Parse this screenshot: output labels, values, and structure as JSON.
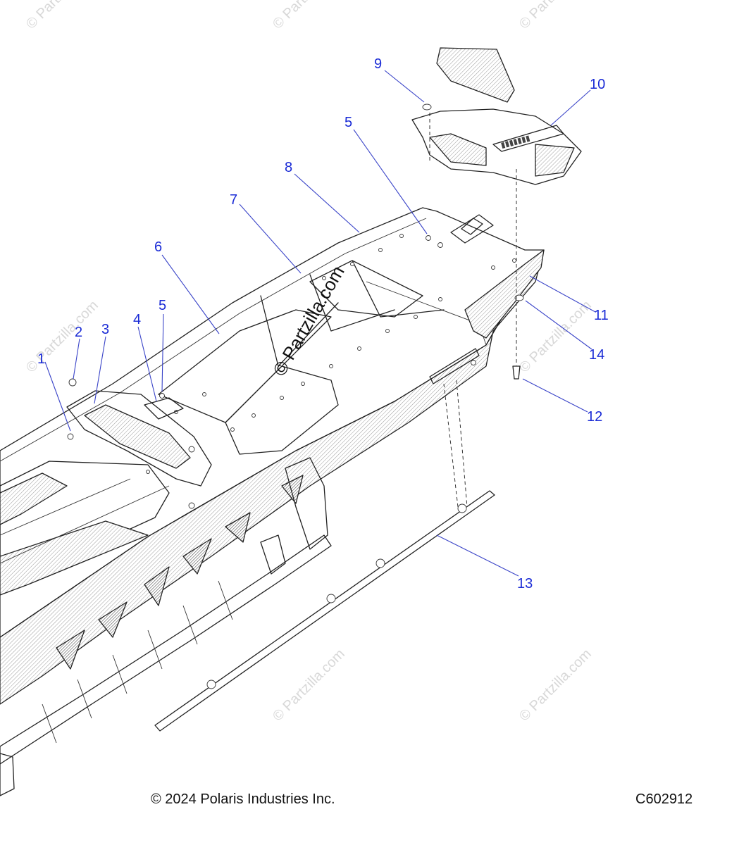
{
  "callouts": [
    {
      "id": "1",
      "label": "1"
    },
    {
      "id": "2",
      "label": "2"
    },
    {
      "id": "3",
      "label": "3"
    },
    {
      "id": "4",
      "label": "4"
    },
    {
      "id": "5a",
      "label": "5"
    },
    {
      "id": "5b",
      "label": "5"
    },
    {
      "id": "6",
      "label": "6"
    },
    {
      "id": "7",
      "label": "7"
    },
    {
      "id": "8",
      "label": "8"
    },
    {
      "id": "9",
      "label": "9"
    },
    {
      "id": "10",
      "label": "10"
    },
    {
      "id": "11",
      "label": "11"
    },
    {
      "id": "12",
      "label": "12"
    },
    {
      "id": "13",
      "label": "13"
    },
    {
      "id": "14",
      "label": "14"
    }
  ],
  "watermark": {
    "center_text": "© Partzilla.com",
    "tile_text": "© Partzilla.com"
  },
  "footer": {
    "copyright": "© 2024 Polaris Industries Inc.",
    "figure_id": "C602912"
  },
  "colors": {
    "callout": "#1a2bd6",
    "leader": "#3a44c8",
    "ink": "#222222",
    "watermark": "#d8d8d8"
  }
}
